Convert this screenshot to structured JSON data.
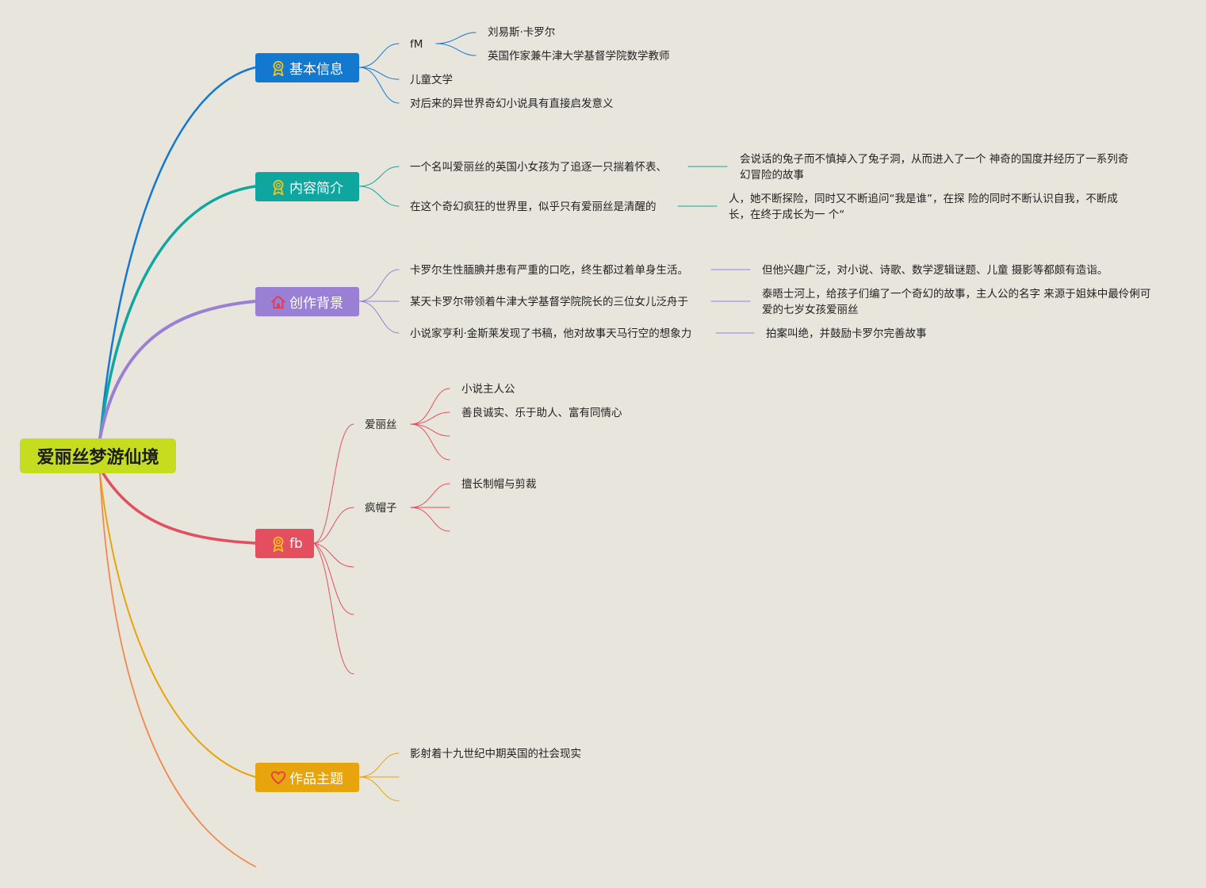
{
  "root": {
    "title": "爱丽丝梦游仙境"
  },
  "branches": {
    "basic": {
      "label": "基本信息",
      "icon": "award-ribbon-icon",
      "color": "#1379cf",
      "author_label": "fM",
      "author_name": "刘易斯·卡罗尔",
      "author_desc": "英国作家兼牛津大学基督学院数学教师",
      "genre": "儿童文学",
      "influence": "对后来的异世界奇幻小说具有直接启发意义"
    },
    "content": {
      "label": "内容简介",
      "icon": "award-ribbon-icon",
      "color": "#0fa6a0",
      "item1": "一个名叫爱丽丝的英国小女孩为了追逐一只揣着怀表、",
      "item1_detail": "会说话的兔子而不慎掉入了兔子洞，从而进入了一个 神奇的国度并经历了一系列奇幻冒险的故事",
      "item2": "在这个奇幻疯狂的世界里，似乎只有爱丽丝是清醒的",
      "item2_detail": "人，她不断探险，同时又不断追问“我是谁”，在探 险的同时不断认识自我，不断成长，在终于成长为一 个“"
    },
    "background": {
      "label": "创作背景",
      "icon": "home-icon",
      "color": "#9a80d4",
      "item1": "卡罗尔生性腼腆并患有严重的口吃，终生都过着单身生活。",
      "item1_detail": "但他兴趣广泛，对小说、诗歌、数学逻辑谜题、儿童 摄影等都颇有造诣。",
      "item2": "某天卡罗尔带领着牛津大学基督学院院长的三位女儿泛舟于",
      "item2_detail": "泰晤士河上，给孩子们编了一个奇幻的故事，主人公的名字 来源于姐妹中最伶俐可爱的七岁女孩爱丽丝",
      "item3": "小说家亨利·金斯莱发现了书稿，他对故事天马行空的想象力",
      "item3_detail": "拍案叫绝，并鼓励卡罗尔完善故事"
    },
    "fb": {
      "label": "fb",
      "icon": "award-ribbon-icon",
      "color": "#e44f5f",
      "alice": "爱丽丝",
      "alice_role": "小说主人公",
      "alice_traits": "善良诚实、乐于助人、富有同情心",
      "hatter": "疯帽子",
      "hatter_skill": "擅长制帽与剪裁"
    },
    "theme": {
      "label": "作品主题",
      "icon": "heart-icon",
      "color": "#e8a40c",
      "item1": "影射着十九世纪中期英国的社会现实"
    }
  },
  "colors": {
    "background": "#e8e5dd",
    "root": "#c6dc1f",
    "orange_branch": "#f08a4b"
  }
}
